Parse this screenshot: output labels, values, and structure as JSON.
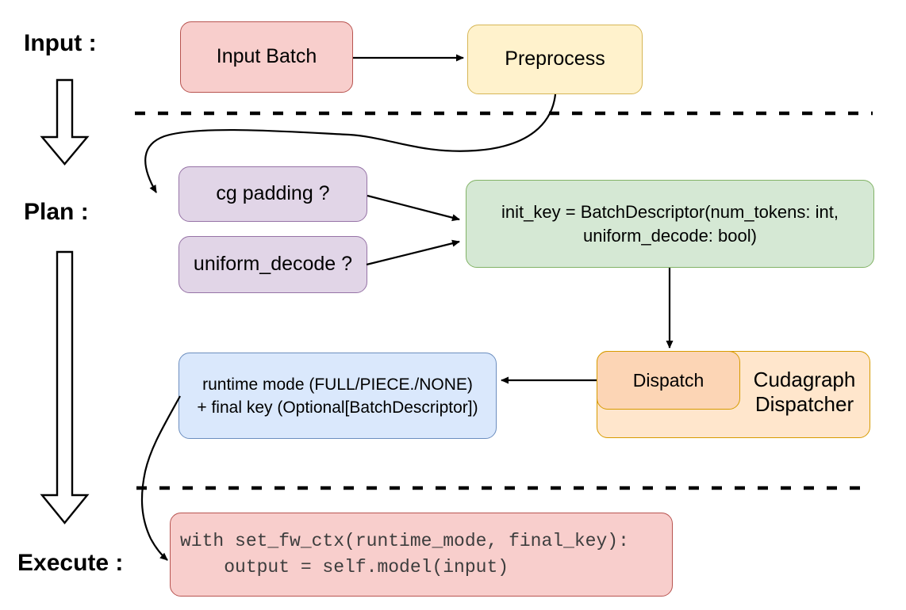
{
  "canvas": {
    "background": "#ffffff"
  },
  "section_labels": {
    "input": "Input :",
    "plan": "Plan :",
    "execute": "Execute :"
  },
  "nodes": {
    "input_batch": {
      "label": "Input Batch",
      "fill": "#f8cecc",
      "stroke": "#b85450"
    },
    "preprocess": {
      "label": "Preprocess",
      "fill": "#fff2cc",
      "stroke": "#d6b656"
    },
    "cg_padding": {
      "label": "cg padding ?",
      "fill": "#e1d5e7",
      "stroke": "#9673a6"
    },
    "uniform_decode": {
      "label": "uniform_decode ?",
      "fill": "#e1d5e7",
      "stroke": "#9673a6"
    },
    "init_key": {
      "line1": "init_key = BatchDescriptor(num_tokens: int,",
      "line2": "uniform_decode: bool)",
      "fill": "#d5e8d4",
      "stroke": "#82b366"
    },
    "cudagraph_dispatcher": {
      "line1": "Cudagraph",
      "line2": "Dispatcher",
      "fill": "#ffe6cc",
      "stroke": "#d79b00"
    },
    "dispatch": {
      "label": "Dispatch",
      "fill": "#fcd5b5",
      "stroke": "#d79b00"
    },
    "runtime_mode": {
      "line1": "runtime mode (FULL/PIECE./NONE)",
      "line2": "+ final key (Optional[BatchDescriptor])",
      "fill": "#dae8fc",
      "stroke": "#6c8ebf"
    },
    "execute_code": {
      "line1": "with set_fw_ctx(runtime_mode, final_key):",
      "line2": "    output = self.model(input)",
      "fill": "#f8cecc",
      "stroke": "#b85450"
    }
  },
  "connector_color": "#000000"
}
